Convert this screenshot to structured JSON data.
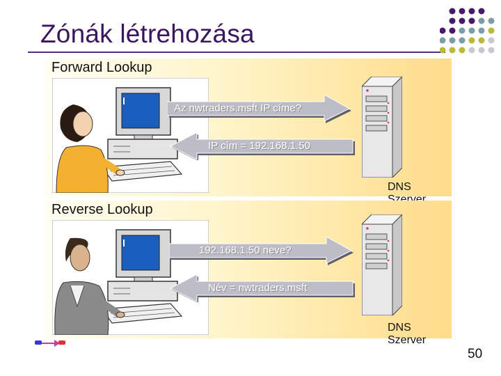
{
  "title": "Zónák létrehozása",
  "forward": {
    "label": "Forward Lookup",
    "query": "Az nwtraders.msft IP címe?",
    "reply": "IP cím = 192.168.1.50",
    "server_label": "DNS Szerver"
  },
  "reverse": {
    "label": "Reverse Lookup",
    "query": "192.168.1.50 neve?",
    "reply": "Név = nwtraders.msft",
    "server_label": "DNS Szerver"
  },
  "page_number": "50",
  "colors": {
    "title": "#3a1560",
    "dot_purple": "#4a1a6a",
    "dot_teal": "#7b9ea8",
    "dot_olive": "#b9b93a",
    "dot_grey": "#c9c9d2",
    "arrow_fill": "#bdbdc8"
  },
  "icons": [
    "computer-user-illustration",
    "server-tower-icon",
    "navigation-arrows-icon"
  ]
}
